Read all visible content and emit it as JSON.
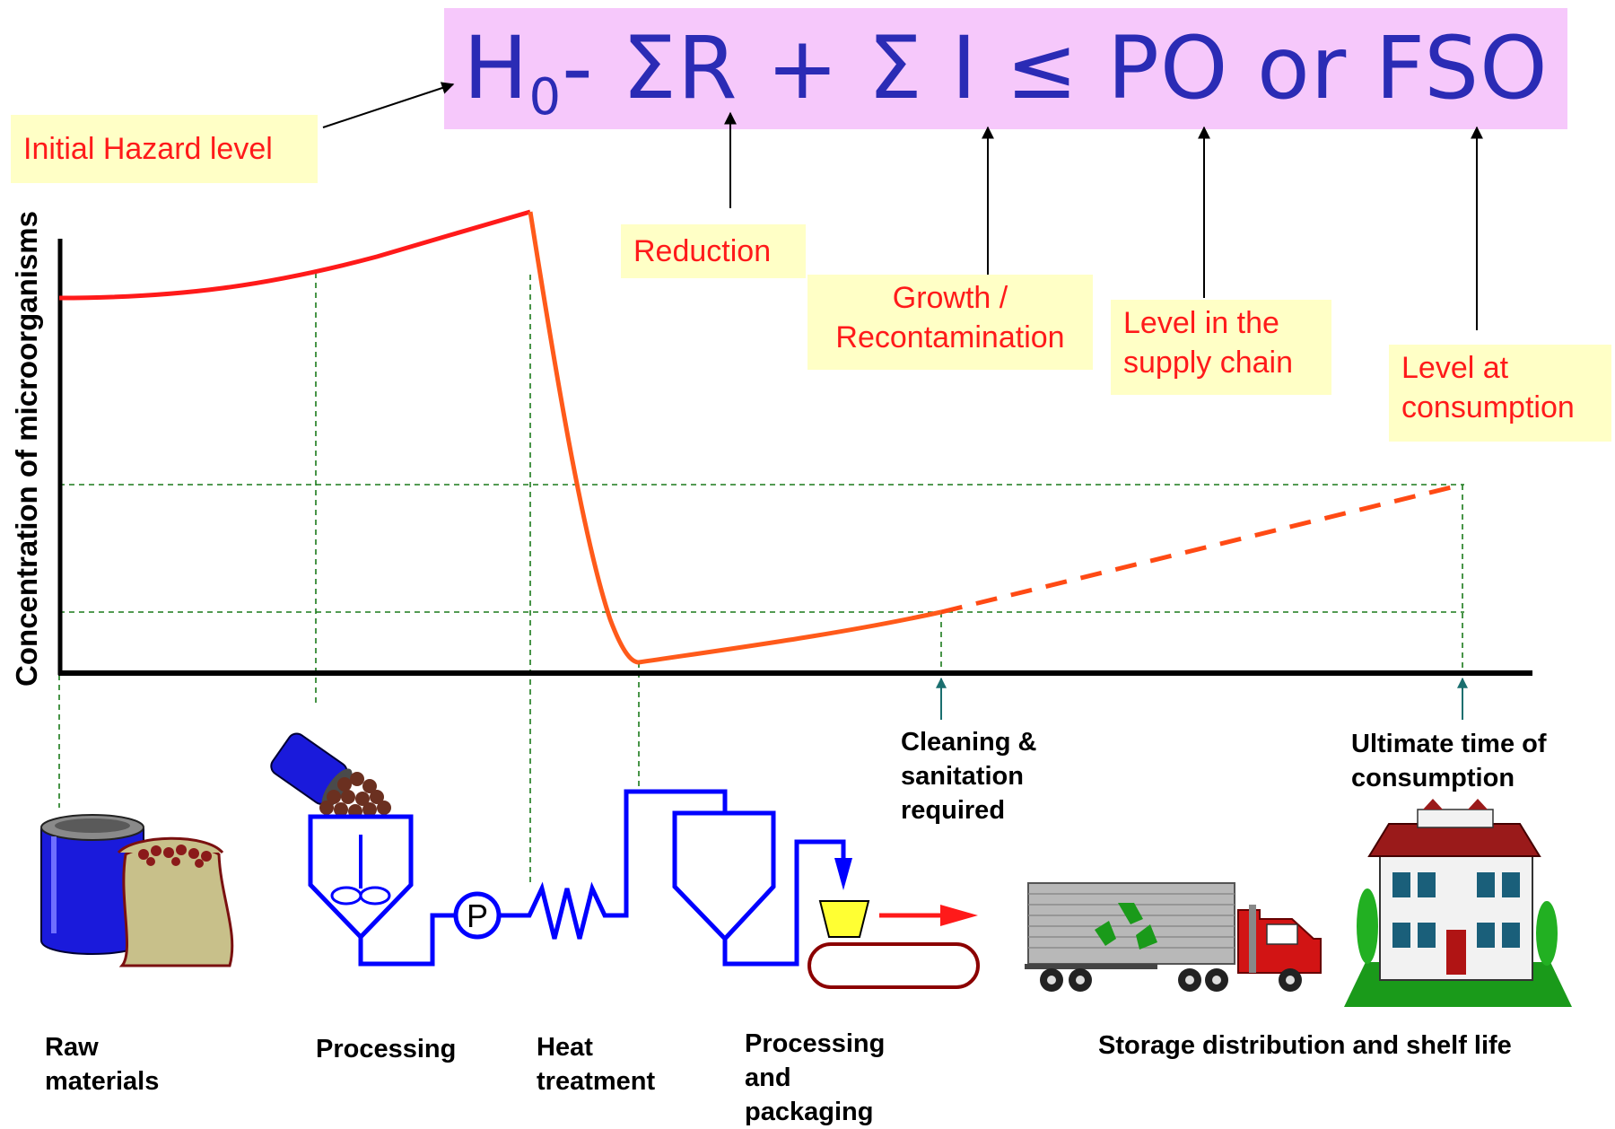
{
  "formula": {
    "h": "H",
    "sub": "0",
    "rest": "- ΣR + Σ I ≤ PO or FSO"
  },
  "callouts": {
    "initial_hazard": "Initial Hazard level",
    "reduction": "Reduction",
    "growth": "Growth /\nRecontamination",
    "level_supply_chain": "Level in the\nsupply chain",
    "level_consumption": "Level at\nconsumption"
  },
  "axis": {
    "ylabel": "Concentration of microorganisms"
  },
  "annotations": {
    "cleaning": "Cleaning &\nsanitation\nrequired",
    "ultimate": "Ultimate time of\nconsumption"
  },
  "pump_label": "P",
  "stages": {
    "raw_materials": "Raw\nmaterials",
    "processing": "Processing",
    "heat_treatment": "Heat\ntreatment",
    "processing_packaging": "Processing\nand\npackaging",
    "storage": "Storage distribution and shelf life"
  },
  "colors": {
    "curve": "#ff1a1a",
    "curve_decline": "#ff5a1a",
    "formula_bg": "#f6c8fb",
    "formula_text": "#2b2bb5",
    "callout_bg": "#ffffc6",
    "guide": "#1a7a1a",
    "equipment": "#0000ff"
  }
}
